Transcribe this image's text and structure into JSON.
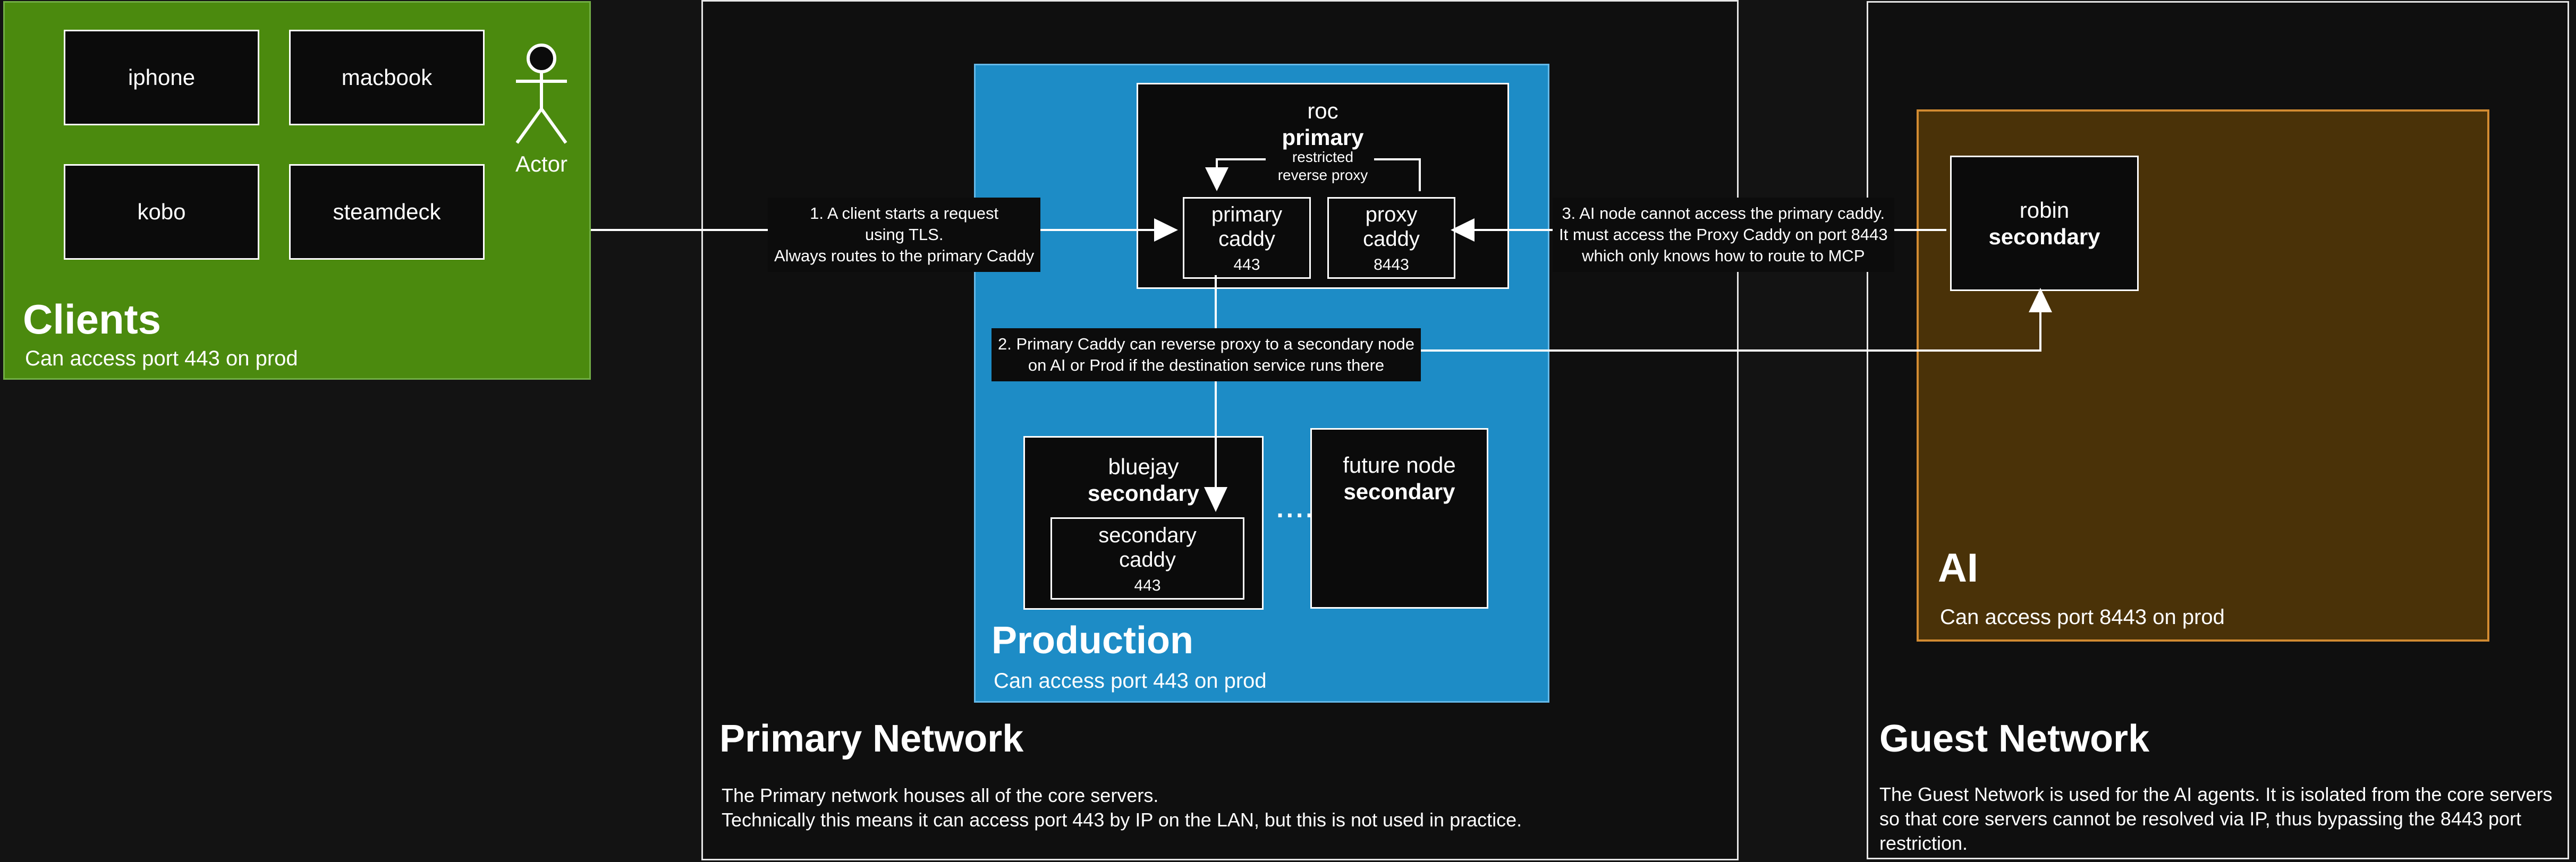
{
  "colors": {
    "background": "#131313",
    "clients_fill": "#4b8a0e",
    "clients_border": "#71ad44",
    "production_fill": "#1d8cc6",
    "production_border": "#65b9e9",
    "ai_fill": "#4a3208",
    "ai_border": "#d28b32",
    "network_container_border": "#e6e6e6",
    "node_fill": "#0b0b0b",
    "line": "#ffffff",
    "text": "#ffffff"
  },
  "clients": {
    "title": "Clients",
    "subtitle": "Can access port 443 on prod",
    "nodes": [
      "iphone",
      "macbook",
      "kobo",
      "steamdeck"
    ],
    "actor_label": "Actor"
  },
  "primary_network": {
    "title": "Primary Network",
    "description_lines": [
      "The Primary network houses all of the core servers.",
      "Technically this means it can access port 443 by IP on the LAN, but this is not used in practice."
    ],
    "production": {
      "title": "Production",
      "subtitle": "Can access port 443 on prod",
      "ellipsis": "....",
      "roc": {
        "name": "roc",
        "role": "primary",
        "link_label_lines": [
          "restricted",
          "reverse proxy"
        ],
        "primary_caddy": {
          "line1": "primary",
          "line2": "caddy",
          "port": "443"
        },
        "proxy_caddy": {
          "line1": "proxy",
          "line2": "caddy",
          "port": "8443"
        }
      },
      "bluejay": {
        "name": "bluejay",
        "role": "secondary",
        "secondary_caddy": {
          "line1": "secondary",
          "line2": "caddy",
          "port": "443"
        }
      },
      "future_node": {
        "name": "future node",
        "role": "secondary"
      }
    }
  },
  "guest_network": {
    "title": "Guest Network",
    "description_lines": [
      "The Guest Network is used for the AI agents. It is isolated from the core servers",
      "so that core servers cannot be resolved via IP, thus bypassing the 8443 port",
      "restriction."
    ],
    "ai": {
      "title": "AI",
      "subtitle": "Can access port 8443 on prod",
      "robin": {
        "name": "robin",
        "role": "secondary"
      }
    }
  },
  "annotations": {
    "a1": {
      "lines": [
        "1. A client starts a request",
        "using TLS.",
        "Always routes to the primary Caddy"
      ]
    },
    "a2": {
      "lines": [
        "2. Primary Caddy can reverse proxy to a secondary node",
        "on AI or Prod if the destination service runs there"
      ]
    },
    "a3": {
      "lines": [
        "3. AI node cannot access the primary caddy.",
        "It must access the Proxy Caddy on port 8443",
        "which only knows how to route to MCP"
      ]
    }
  }
}
